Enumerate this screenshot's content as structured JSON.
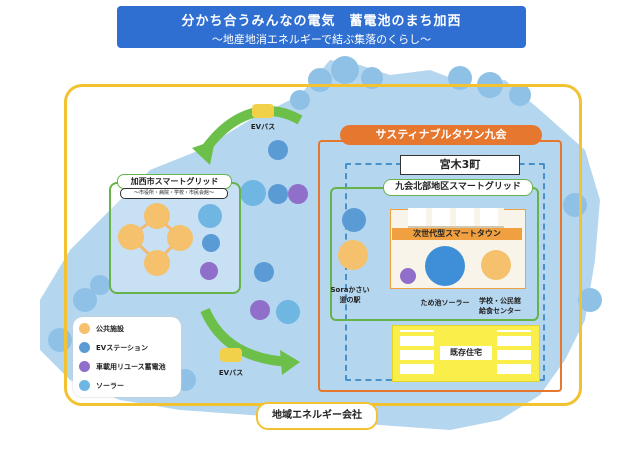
{
  "title": {
    "main": "分かち合うみんなの電気　蓄電池のまち加西",
    "sub": "〜地産地消エネルギーで結ぶ集落のくらし〜"
  },
  "labels": {
    "ev_bus_top": "EVバス",
    "ev_bus_bottom": "EVバス",
    "kasai_grid": "加西市スマートグリッド",
    "kasai_grid_sub": "〜市役所・病院・学校・市民会館〜",
    "sustainable_town": "サスティナブルタウン九会",
    "miyagi": "宮木3町",
    "kugai_grid": "九会北部地区スマートグリッド",
    "next_gen": "次世代型スマートタウン",
    "sora_station": "Soraかさい\n道の駅",
    "tameike_solar": "ため池ソーラー",
    "school_center": "学校・公民館\n給食センター",
    "existing_housing": "既存住宅",
    "company": "地域エネルギー会社"
  },
  "legend": [
    {
      "icon": "public-facility-icon",
      "label": "公共施設",
      "color": "#f5c16c"
    },
    {
      "icon": "ev-station-icon",
      "label": "EVステーション",
      "color": "#5b9bd5"
    },
    {
      "icon": "reuse-battery-icon",
      "label": "車載用リユース蓄電池",
      "color": "#8f6fc9"
    },
    {
      "icon": "solar-icon",
      "label": "ソーラー",
      "color": "#6fb6e3"
    }
  ],
  "colors": {
    "title_bg": "#2f6fd1",
    "land": "#b5d6ef",
    "frame": "#f2c230",
    "sustain": "#e6772e",
    "grid": "#66b34a",
    "arrow": "#6cc04a"
  }
}
